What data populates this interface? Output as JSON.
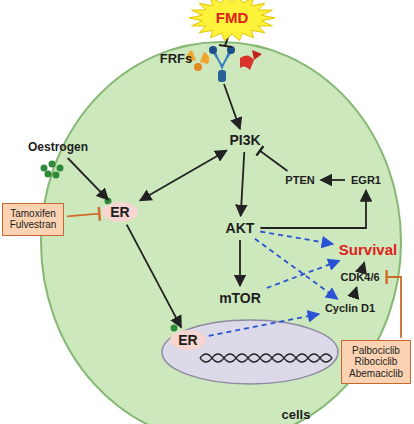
{
  "diagram": {
    "nodes": [
      {
        "text": [
          "FMD"
        ]
      },
      {
        "text": [
          "Oestrogen"
        ]
      },
      {
        "text": [
          "PI3K"
        ]
      },
      {
        "text": [
          "ER"
        ]
      },
      {
        "text": [
          "Tamoxifen Fulvestran"
        ]
      },
      {
        "text": [
          "PTEN"
        ]
      },
      {
        "text": [
          "EGR1"
        ]
      },
      {
        "text": [
          "AKT"
        ]
      },
      {
        "text": [
          "Survival"
        ]
      },
      {
        "text": [
          "mTOR"
        ]
      },
      {
        "text": [
          "CDK4/6"
        ]
      },
      {
        "text": [
          "Cyclin D1"
        ]
      },
      {
        "text": [
          "ER"
        ]
      },
      {
        "text": [
          "Palbociclib Ribociclib Abemaciclib"
        ]
      }
    ],
    "edges": [
      {
        "from": 1,
        "to": 3,
        "arrow": "to"
      },
      {
        "from": 3,
        "to": 2,
        "arrow": "both"
      },
      {
        "from": 2,
        "to": 7,
        "arrow": "to"
      },
      {
        "from": 5,
        "to": 2,
        "arrow": "to"
      },
      {
        "from": 6,
        "to": 5,
        "arrow": "to"
      },
      {
        "from": 7,
        "to": 6,
        "arrow": "to"
      },
      {
        "from": 7,
        "to": 9,
        "arrow": "to"
      },
      {
        "from": 3,
        "to": 12,
        "arrow": "to"
      },
      {
        "from": 4,
        "to": 3,
        "arrow": "to"
      },
      {
        "from": 7,
        "to": 8,
        "arrow": "to"
      },
      {
        "from": 7,
        "to": 11,
        "arrow": "to"
      },
      {
        "from": 9,
        "to": 8,
        "arrow": "to"
      },
      {
        "from": 12,
        "to": 11,
        "arrow": "to"
      },
      {
        "from": 11,
        "to": 10,
        "arrow": "to"
      },
      {
        "from": 10,
        "to": 8,
        "arrow": "to"
      },
      {
        "from": 13,
        "to": 10,
        "arrow": "to"
      }
    ],
    "labels": [
      "FRFs",
      "cells"
    ]
  }
}
